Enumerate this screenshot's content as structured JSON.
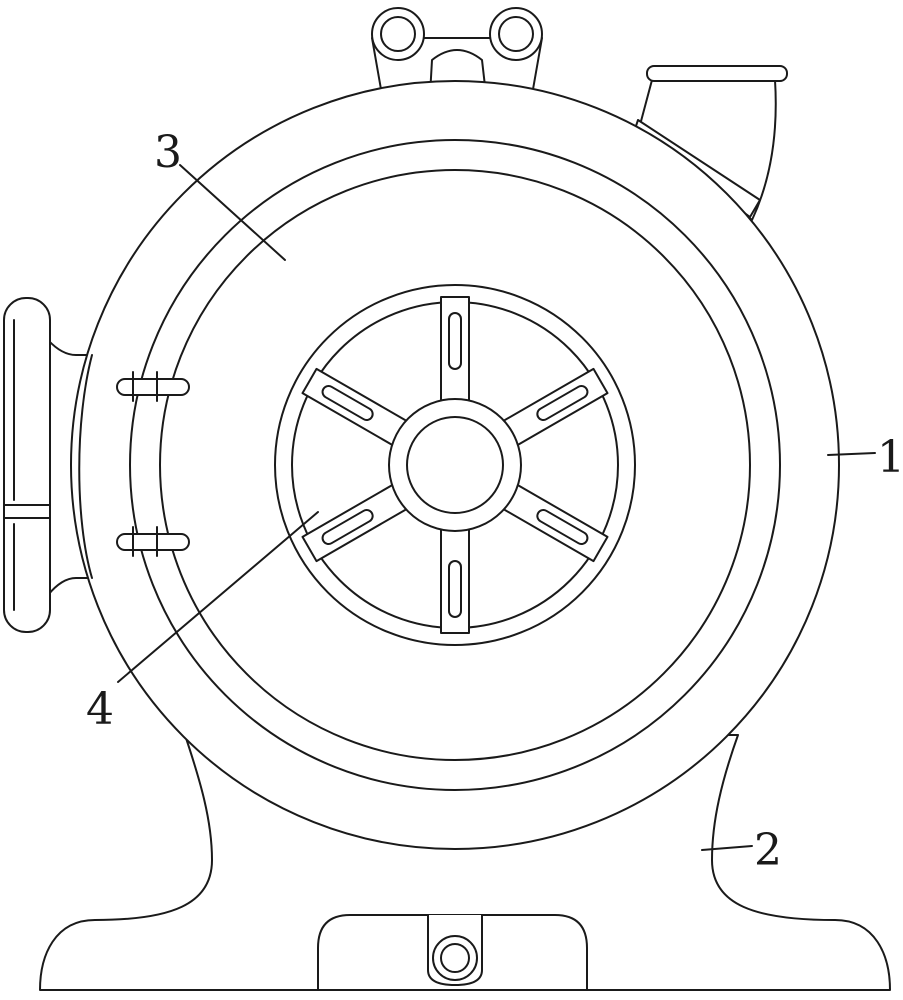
{
  "labels": {
    "housing": "1",
    "base": "2",
    "inner_ring": "3",
    "impeller": "4"
  },
  "colors": {
    "stroke": "#1a1a1a",
    "background": "#ffffff"
  }
}
